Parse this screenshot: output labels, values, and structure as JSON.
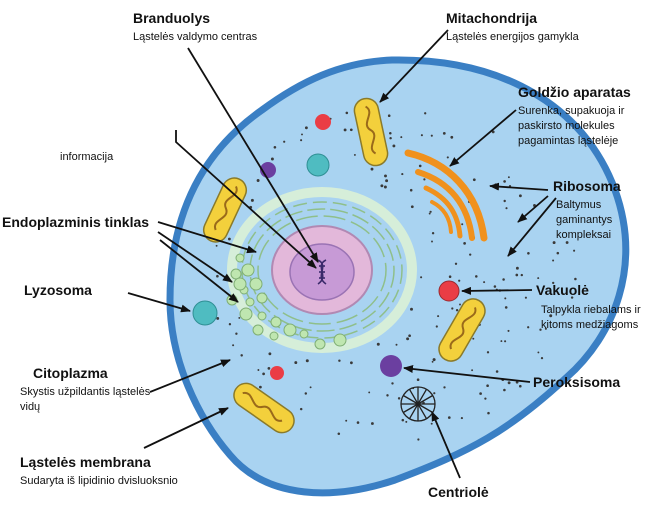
{
  "colors": {
    "membrane": "#3a7fc4",
    "cytoplasm": "#a9d3f1",
    "nucleus_envelope": "#d6eed9",
    "nucleus": "#e3b8da",
    "nucleolus": "#c79ad6",
    "mitochondria": "#f3d03c",
    "golgi": "#f0911d",
    "vacuole": "#ea3d45",
    "peroxisome": "#6b3fa0",
    "lysosome": "#4fbcc1",
    "er_vesicle": "#bfe6b0",
    "text": "#111111"
  },
  "labels": {
    "branduolys": {
      "title": "Branduolys",
      "desc": "Ląstelės valdymo centras"
    },
    "informacija": {
      "desc": "informacija"
    },
    "endoplazminis": {
      "title": "Endoplazminis tinklas"
    },
    "lyzosoma": {
      "title": "Lyzosoma"
    },
    "citoplazma": {
      "title": "Citoplazma",
      "desc1": "Skystis užpildantis ląstelės",
      "desc2": "vidų"
    },
    "membrana": {
      "title": "Ląstelės membrana",
      "desc": "Sudaryta iš lipidinio dvisluoksnio"
    },
    "mitochondrija": {
      "title": "Mitachondrija",
      "desc": "Ląstelės energijos gamykla"
    },
    "goldzio": {
      "title": "Goldžio aparatas",
      "desc1": "Surenka, supakuoja ir",
      "desc2": "paskirsto molekules",
      "desc3": "pagamintas ląstelėje"
    },
    "ribosoma": {
      "title": "Ribosoma",
      "desc1": "Baltymus",
      "desc2": "gaminantys",
      "desc3": "kompleksai"
    },
    "vakuole": {
      "title": "Vakuolė",
      "desc1": "Talpykla riebalams ir",
      "desc2": "kitoms medžiagoms"
    },
    "peroksisoma": {
      "title": "Peroksisoma"
    },
    "centriole": {
      "title": "Centriolė"
    }
  }
}
